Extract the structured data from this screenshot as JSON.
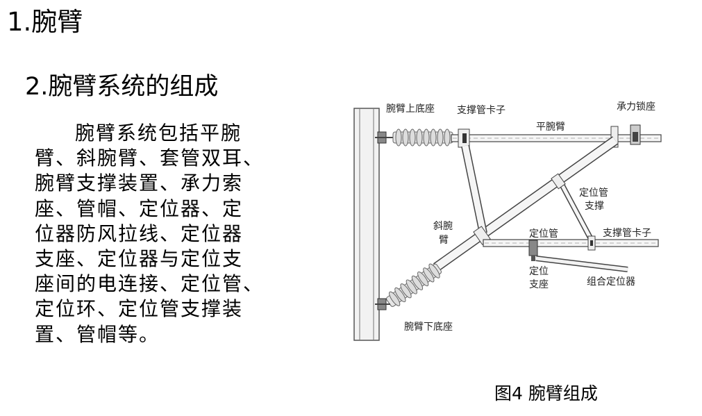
{
  "slide": {
    "heading_1": "1.腕臂",
    "heading_2": "2.腕臂系统的组成",
    "body_lines": [
      "腕臂系统包括平腕",
      "臂、斜腕臂、套管双耳、",
      "腕臂支撑装置、承力索",
      "座、管帽、定位器、定",
      "位器防风拉线、定位器",
      "支座、定位器与定位支",
      "座间的电连接、定位管、",
      "定位环、定位管支撑装",
      "置、管帽等。"
    ],
    "caption": "图4 腕臂组成"
  },
  "diagram": {
    "labels": {
      "upper_base": "腕臂上底座",
      "support_clamp_top": "支撑管卡子",
      "cable_seat": "承力锁座",
      "horizontal_arm": "平腕臂",
      "positioning_support_1": "定位管",
      "positioning_support_2": "支撑",
      "inclined_arm_1": "斜腕",
      "inclined_arm_2": "臂",
      "positioning_tube": "定位管",
      "support_clamp_right": "支撑管卡子",
      "positioner_seat_1": "定位",
      "positioner_seat_2": "支座",
      "combined_positioner": "组合定位器",
      "lower_base": "腕臂下底座"
    }
  }
}
